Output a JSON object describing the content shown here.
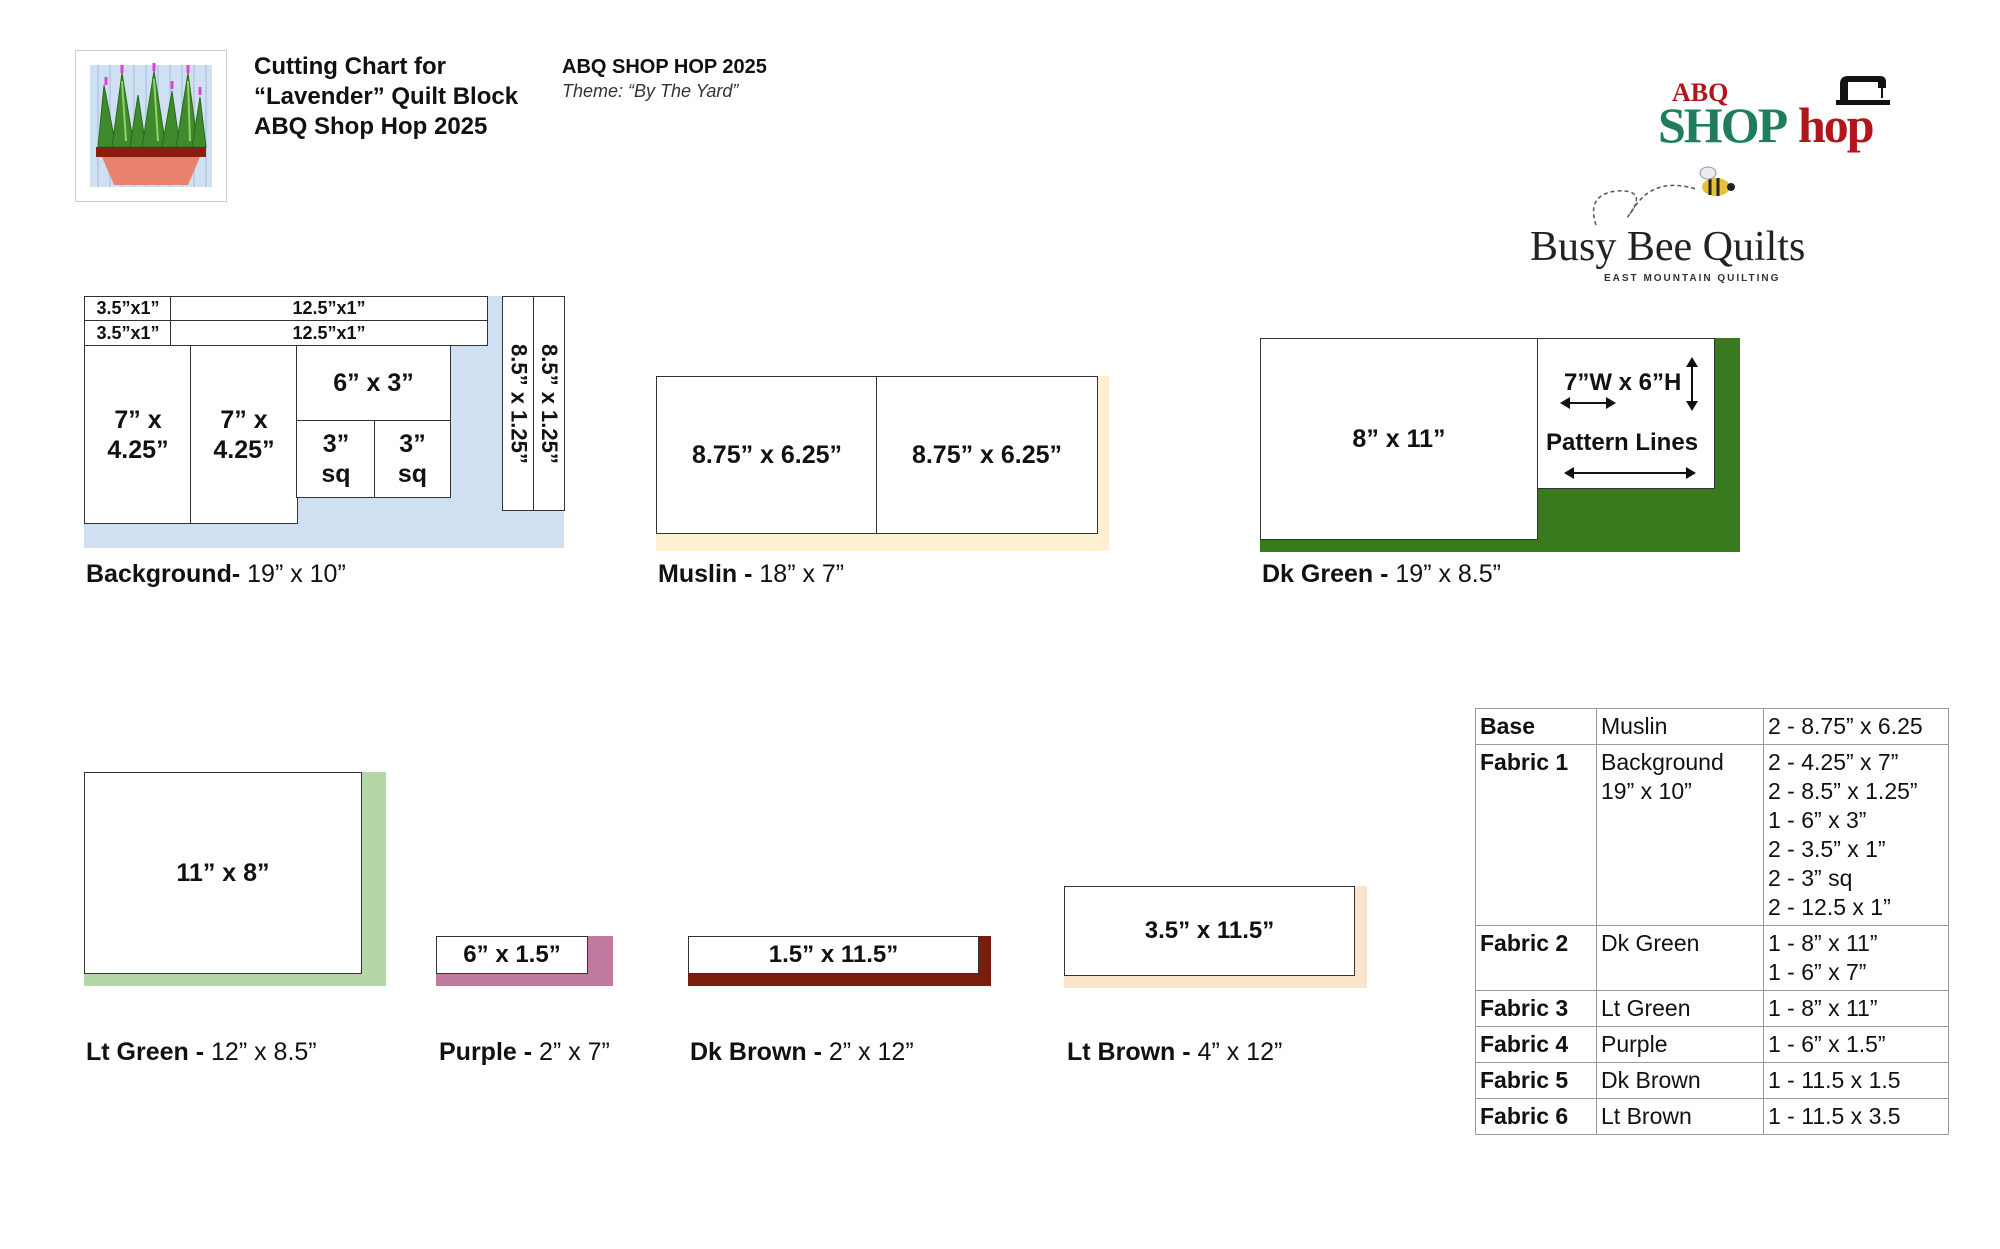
{
  "header": {
    "title_lines": [
      "Cutting Chart for",
      "“Lavender”  Quilt Block",
      "ABQ Shop Hop 2025"
    ],
    "event": "ABQ SHOP HOP 2025",
    "theme": "Theme: “By The Yard”"
  },
  "logo": {
    "abq": "ABQ",
    "shop": "SHOP",
    "hop": "hop",
    "busy_bee": "Busy Bee Quilts",
    "tagline": "EAST MOUNTAIN QUILTING"
  },
  "background_fabric": {
    "color": "#cfe0f3",
    "strips": [
      "3.5”x1”",
      "12.5”x1”",
      "3.5”x1”",
      "12.5”x1”"
    ],
    "rect_a": [
      "7” x",
      "4.25”"
    ],
    "rect_b": [
      "7” x",
      "4.25”"
    ],
    "rect_c": "6” x 3”",
    "sq_a": [
      "3”",
      "sq"
    ],
    "sq_b": [
      "3”",
      "sq"
    ],
    "vert_a": "8.5” x 1.25”",
    "vert_b": "8.5” x 1.25”",
    "label_name": "Background-",
    "label_size": " 19” x 10”"
  },
  "muslin": {
    "color": "#fdf1cf",
    "piece_a": "8.75” x 6.25”",
    "piece_b": "8.75” x 6.25”",
    "label_name": "Muslin -",
    "label_size": " 18” x 7”"
  },
  "dk_green": {
    "color": "#3a7a1e",
    "piece_a": "8” x 11”",
    "piece_b_top": "7”W x 6”H",
    "piece_b_mid": "Pattern Lines",
    "label_name": "Dk Green -",
    "label_size": " 19” x 8.5”"
  },
  "lt_green": {
    "color": "#b5d6a7",
    "piece": "11” x 8”",
    "label_name": "Lt Green -",
    "label_size": " 12” x 8.5”"
  },
  "purple": {
    "color": "#c07aa0",
    "piece": "6” x 1.5”",
    "label_name": "Purple -",
    "label_size": " 2” x 7”"
  },
  "dk_brown": {
    "color": "#7a1c0e",
    "piece": "1.5” x 11.5”",
    "label_name": "Dk Brown -",
    "label_size": " 2” x 12”"
  },
  "lt_brown": {
    "color": "#fbe4cc",
    "piece": "3.5” x 11.5”",
    "label_name": "Lt Brown -",
    "label_size": " 4” x 12”"
  },
  "table": {
    "rows": [
      {
        "k": "Base",
        "fabric": [
          "Muslin"
        ],
        "cuts": [
          "2 - 8.75” x 6.25"
        ]
      },
      {
        "k": "Fabric 1",
        "fabric": [
          "Background",
          "19” x 10”"
        ],
        "cuts": [
          "2 - 4.25” x 7”",
          "2 - 8.5” x 1.25”",
          "1 - 6” x 3”",
          "2 - 3.5” x 1”",
          "2 - 3” sq",
          "2 - 12.5 x 1”"
        ]
      },
      {
        "k": "Fabric 2",
        "fabric": [
          "Dk Green"
        ],
        "cuts": [
          "1 - 8” x 11”",
          "1 - 6” x 7”"
        ]
      },
      {
        "k": "Fabric 3",
        "fabric": [
          "Lt Green"
        ],
        "cuts": [
          "1 - 8” x 11”"
        ]
      },
      {
        "k": "Fabric 4",
        "fabric": [
          "Purple"
        ],
        "cuts": [
          "1 - 6” x 1.5”"
        ]
      },
      {
        "k": "Fabric 5",
        "fabric": [
          "Dk Brown"
        ],
        "cuts": [
          "1 - 11.5 x 1.5"
        ]
      },
      {
        "k": "Fabric 6",
        "fabric": [
          "Lt Brown"
        ],
        "cuts": [
          "1 - 11.5 x 3.5"
        ]
      }
    ]
  }
}
